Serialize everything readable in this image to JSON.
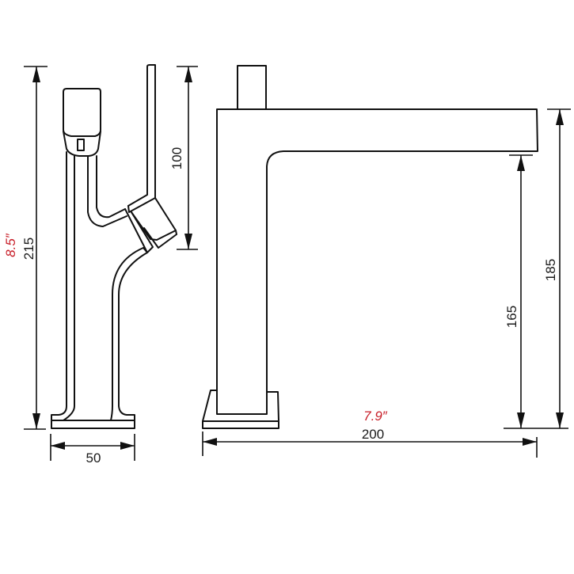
{
  "drawing": {
    "subject": "faucet dimension drawing",
    "units": "mm",
    "colors": {
      "line": "#111111",
      "metric_label": "#1a1a1a",
      "imperial_label": "#c8202a",
      "background": "#ffffff"
    }
  },
  "side_view": {
    "dimensions": {
      "total_height": {
        "value": "215",
        "imperial": "8.5″"
      },
      "handle_height": {
        "value": "100"
      },
      "base_width": {
        "value": "50"
      }
    }
  },
  "front_view": {
    "dimensions": {
      "spout_reach": {
        "value": "200",
        "imperial": "7.9″"
      },
      "spout_clearance": {
        "value": "165"
      },
      "spout_top_height": {
        "value": "185"
      }
    }
  }
}
